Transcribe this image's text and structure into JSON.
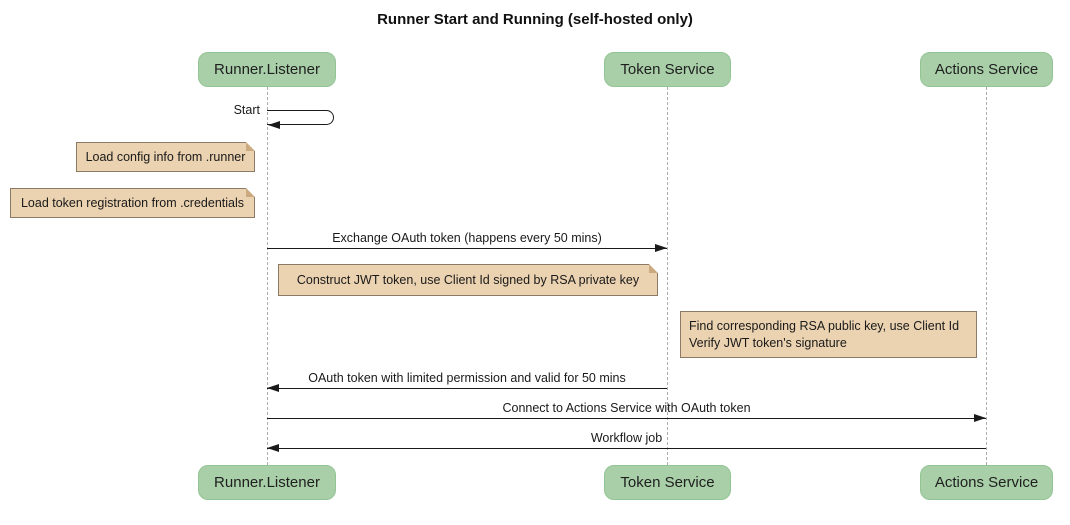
{
  "title": "Runner Start and Running (self-hosted only)",
  "participants": [
    {
      "name": "Runner.Listener"
    },
    {
      "name": "Token Service"
    },
    {
      "name": "Actions Service"
    }
  ],
  "messages": [
    {
      "label": "Start",
      "from": "Runner.Listener",
      "to": "Runner.Listener",
      "kind": "self"
    },
    {
      "label": "Exchange OAuth token (happens every 50 mins)",
      "from": "Runner.Listener",
      "to": "Token Service",
      "kind": "solid"
    },
    {
      "label": "OAuth token with limited permission and valid for 50 mins",
      "from": "Token Service",
      "to": "Runner.Listener",
      "kind": "solid"
    },
    {
      "label": "Connect to Actions Service with OAuth token",
      "from": "Runner.Listener",
      "to": "Actions Service",
      "kind": "solid"
    },
    {
      "label": "Workflow job",
      "from": "Actions Service",
      "to": "Runner.Listener",
      "kind": "solid"
    }
  ],
  "notes": [
    {
      "text": "Load config info from .runner",
      "position": "left of Runner.Listener"
    },
    {
      "text": "Load token registration from .credentials",
      "position": "left of Runner.Listener"
    },
    {
      "text": "Construct JWT token, use Client Id signed by RSA private key",
      "position": "right of Runner.Listener"
    },
    {
      "text": "Find corresponding RSA public key, use Client Id\nVerify JWT token's signature",
      "position": "left of Actions Service"
    }
  ],
  "colors": {
    "participant-fill": "#A8CFA8",
    "participant-border": "#93C493",
    "note-fill": "#EBD2B0",
    "note-border": "#8A7A66",
    "note-fold": "#CBAA80",
    "lifeline": "#ADADAD",
    "line": "#1A1A1A"
  }
}
